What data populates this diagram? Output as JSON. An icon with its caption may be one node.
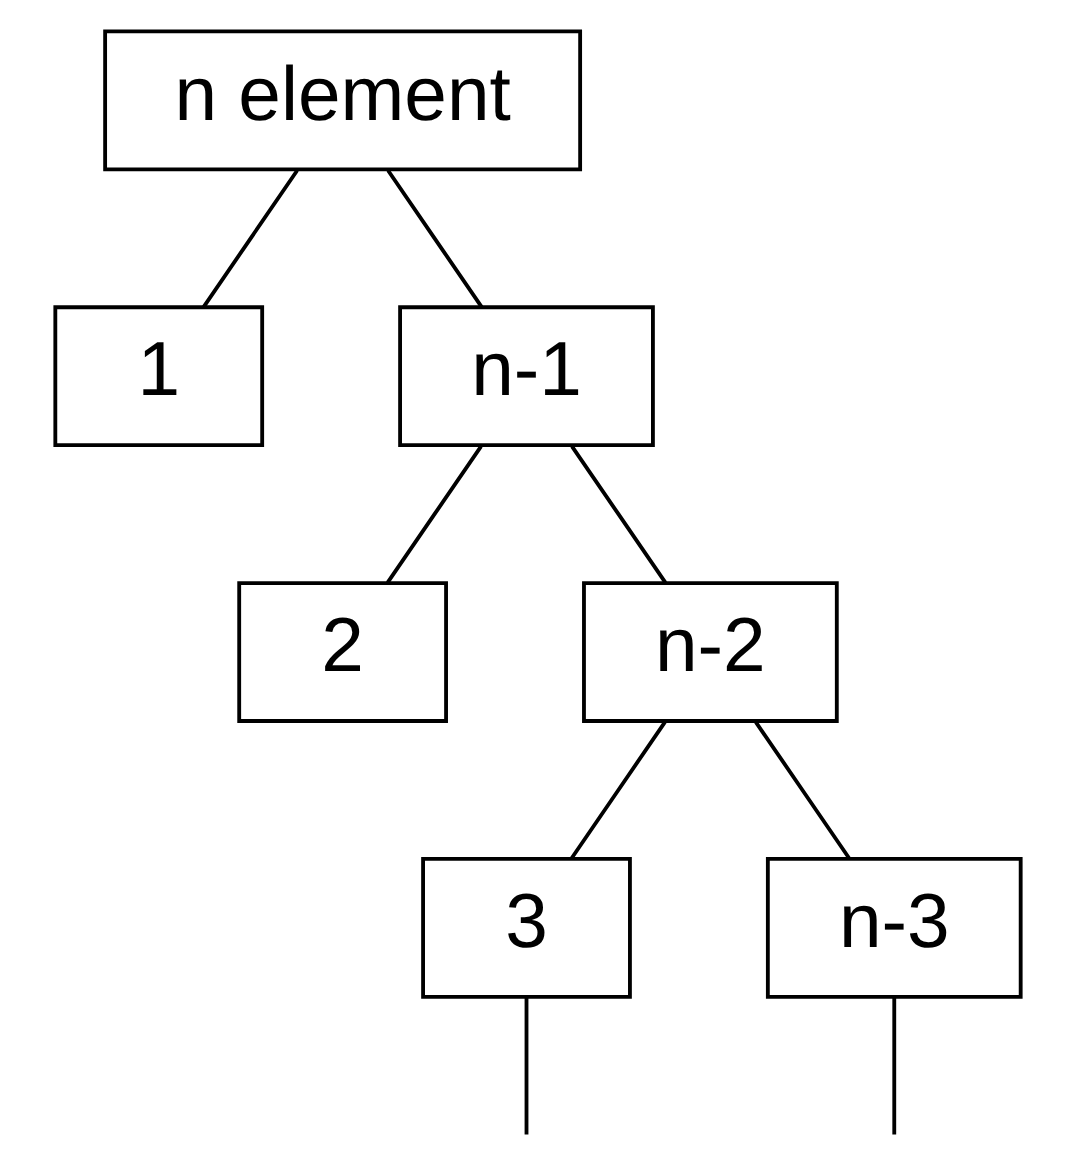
{
  "diagram": {
    "nodes": [
      {
        "text": [
          "n element"
        ]
      },
      {
        "text": [
          "1"
        ]
      },
      {
        "text": [
          "n-1"
        ]
      },
      {
        "text": [
          "2"
        ]
      },
      {
        "text": [
          "n-2"
        ]
      },
      {
        "text": [
          "3"
        ]
      },
      {
        "text": [
          "n-3"
        ]
      }
    ],
    "edges": [
      {
        "from": 0,
        "to": 1,
        "arrow": "none"
      },
      {
        "from": 0,
        "to": 2,
        "arrow": "none"
      },
      {
        "from": 2,
        "to": 3,
        "arrow": "none"
      },
      {
        "from": 2,
        "to": 4,
        "arrow": "none"
      },
      {
        "from": 4,
        "to": 5,
        "arrow": "none"
      },
      {
        "from": 4,
        "to": 6,
        "arrow": "none"
      },
      {
        "from": 5,
        "to": null,
        "arrow": "none"
      },
      {
        "from": 6,
        "to": null,
        "arrow": "none"
      }
    ]
  }
}
